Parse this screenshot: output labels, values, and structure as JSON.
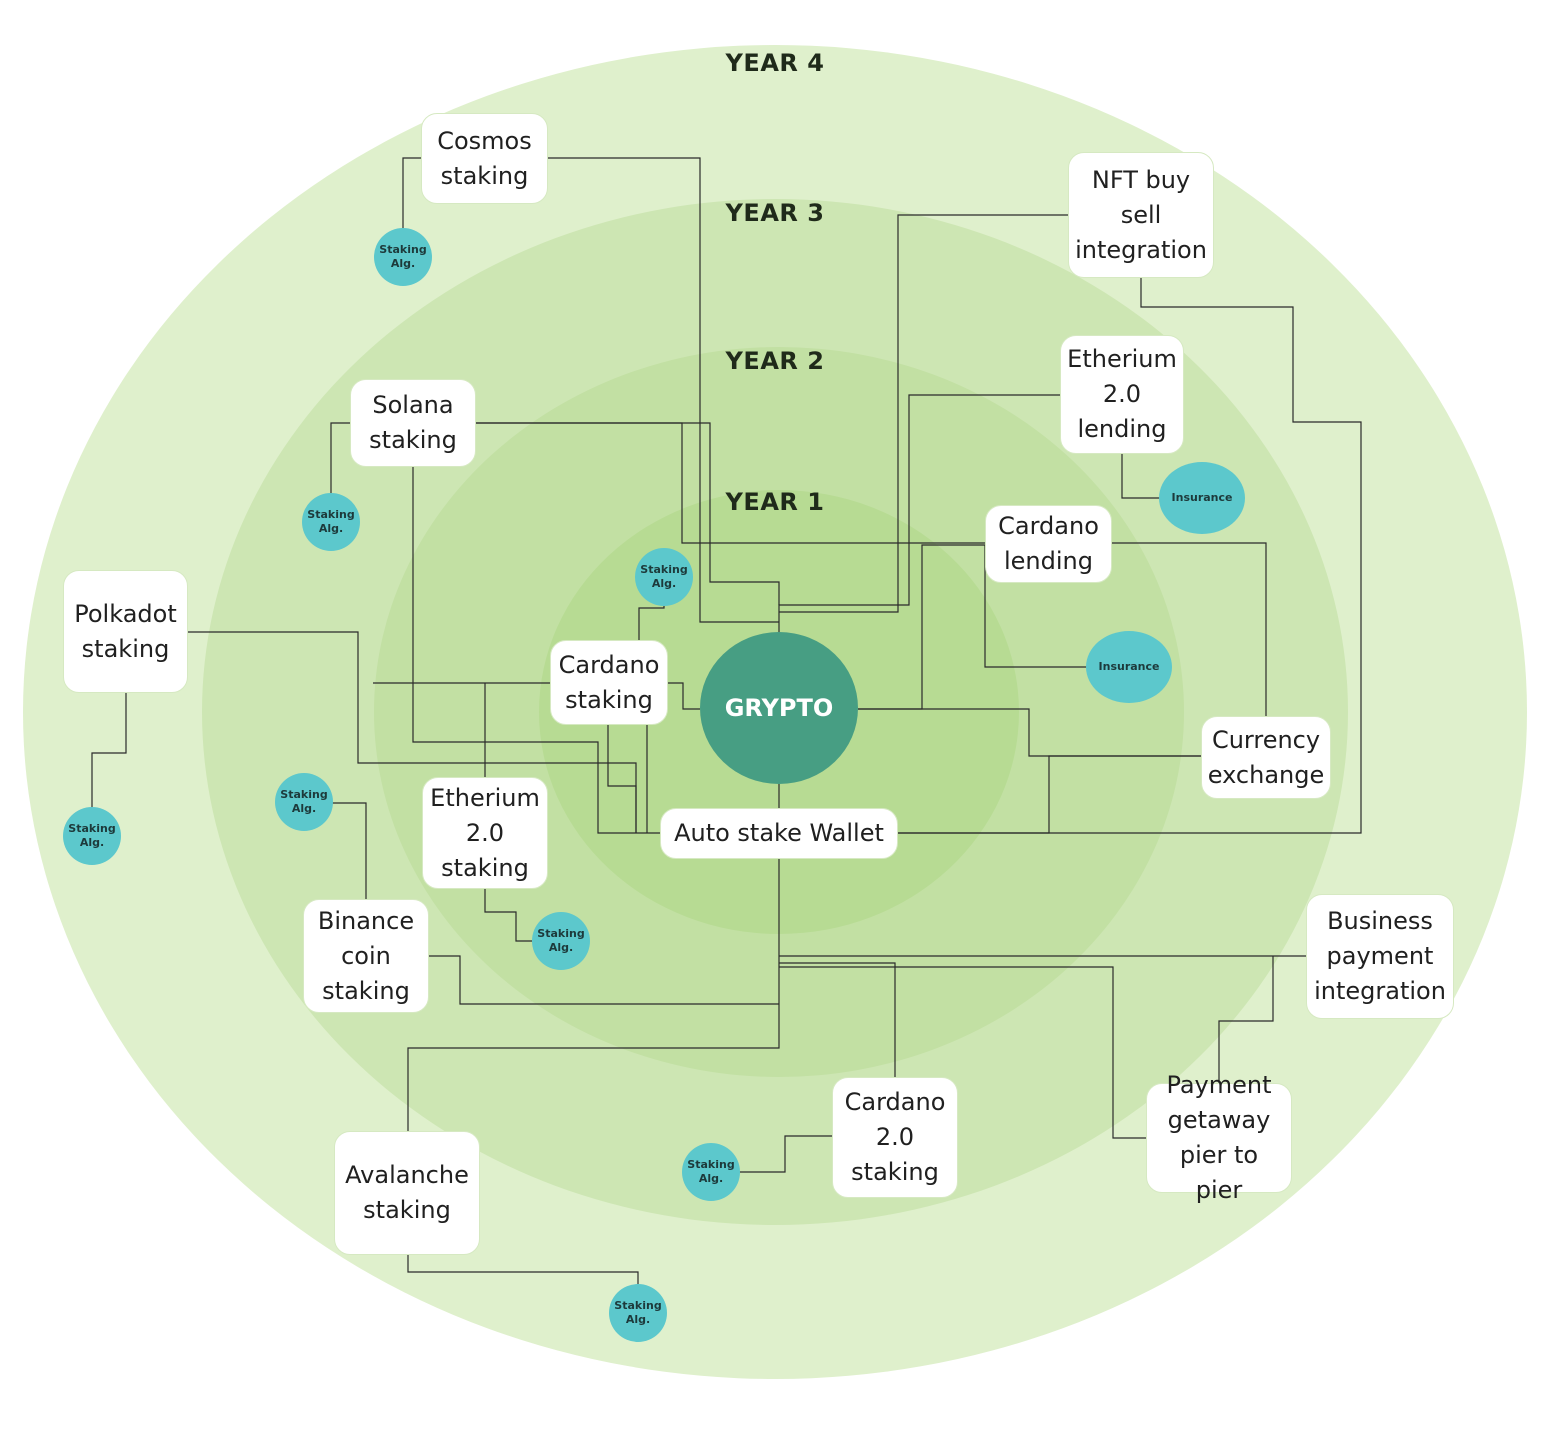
{
  "diagram": {
    "years": [
      "YEAR 4",
      "YEAR 3",
      "YEAR 2",
      "YEAR 1"
    ],
    "center": "GRYPTO",
    "wallet": "Auto stake Wallet",
    "nodes": {
      "cosmos": "Cosmos\nstaking",
      "nft": "NFT buy\nsell\nintegration",
      "solana": "Solana\nstaking",
      "eth_lending": "Etherium\n2.0\nlending",
      "cardano_lending": "Cardano\nlending",
      "polkadot": "Polkadot\nstaking",
      "cardano_staking": "Cardano\nstaking",
      "currency": "Currency\nexchange",
      "eth_staking": "Etherium\n2.0\nstaking",
      "binance": "Binance\ncoin\nstaking",
      "business": "Business\npayment\nintegration",
      "cardano2_staking": "Cardano\n2.0\nstaking",
      "payment": "Payment\ngetaway\npier to pier",
      "avalanche": "Avalanche\nstaking"
    },
    "badges": {
      "staking": "Staking\nAlg.",
      "insurance": "Insurance"
    },
    "colors": {
      "ring4": "#dff0cc",
      "ring3": "#cde6b3",
      "ring2": "#c2e0a3",
      "ring1": "#b7db93",
      "ring0": "#acd585",
      "core": "#479e83",
      "badge": "#5cc8cc",
      "line": "#2b2b2b"
    }
  }
}
